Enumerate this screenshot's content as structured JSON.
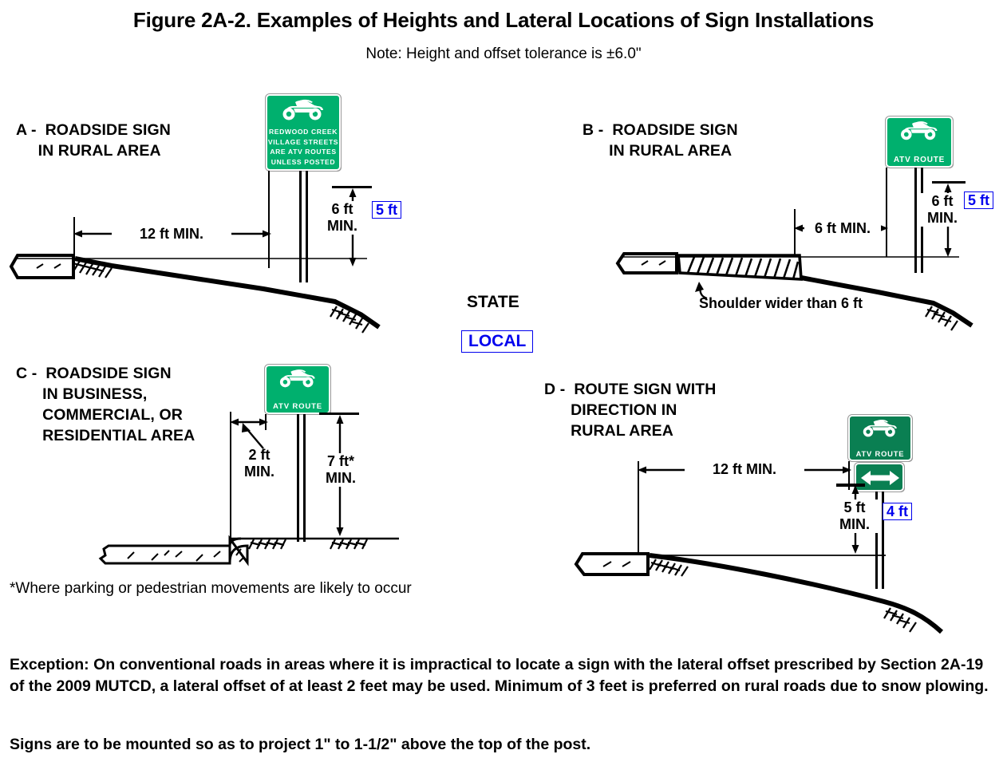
{
  "header": {
    "title": "Figure 2A-2.  Examples of Heights and Lateral Locations of Sign Installations",
    "note": "Note: Height and offset tolerance is ±6.0\""
  },
  "key": {
    "state_label": "STATE",
    "local_label": "LOCAL",
    "state_color": "#000000",
    "local_color": "#0000ee"
  },
  "panels": [
    {
      "id": "A",
      "heading": "A -  ROADSIDE SIGN\n     IN RURAL AREA",
      "sign": {
        "type": "guide-sign",
        "lines": [
          "REDWOOD CREEK",
          "VILLAGE STREETS",
          "ARE ATV ROUTES",
          "UNLESS POSTED"
        ],
        "icon": "atv-icon",
        "background": "#00b06e",
        "text_color": "#ffffff"
      },
      "dimensions": {
        "lateral": "12 ft MIN.",
        "height_state": "6 ft\nMIN.",
        "height_local": "5 ft"
      }
    },
    {
      "id": "B",
      "heading": "B -  ROADSIDE SIGN\n      IN RURAL AREA",
      "sign": {
        "type": "route-sign",
        "caption": "ATV ROUTE",
        "icon": "atv-icon",
        "background": "#00b06e",
        "text_color": "#ffffff"
      },
      "dimensions": {
        "lateral": "6 ft MIN.",
        "height_state": "6 ft\nMIN.",
        "height_local": "5 ft"
      },
      "annotation": "Shoulder wider than 6 ft"
    },
    {
      "id": "C",
      "heading": "C -  ROADSIDE SIGN\n      IN BUSINESS,\n      COMMERCIAL, OR\n      RESIDENTIAL AREA",
      "sign": {
        "type": "route-sign",
        "caption": "ATV ROUTE",
        "icon": "atv-icon",
        "background": "#00b06e",
        "text_color": "#ffffff"
      },
      "dimensions": {
        "lateral": "2 ft\nMIN.",
        "height_state": "7 ft*\nMIN."
      }
    },
    {
      "id": "D",
      "heading": "D -  ROUTE SIGN WITH\n      DIRECTION IN\n      RURAL AREA",
      "sign": {
        "type": "route-sign",
        "caption": "ATV ROUTE",
        "icon": "atv-icon",
        "background": "#0a7f52",
        "text_color": "#ffffff"
      },
      "plaque": {
        "type": "direction-plaque",
        "icon": "double-arrow-icon",
        "background": "#0a7f52"
      },
      "dimensions": {
        "lateral": "12 ft MIN.",
        "height_state": "5 ft\nMIN.",
        "height_local": "4 ft"
      }
    }
  ],
  "footnote": "*Where parking or pedestrian movements are likely to occur",
  "bottom": {
    "exception": "Exception: On conventional roads in areas where it is impractical to locate a sign with the lateral offset prescribed by Section 2A-19 of the 2009 MUTCD, a lateral offset of at least 2 feet may be used. Minimum of 3 feet is preferred on rural roads due to snow plowing.",
    "mounting": "Signs are to be mounted so as to project 1\" to 1-1/2\" above the top of the post."
  }
}
